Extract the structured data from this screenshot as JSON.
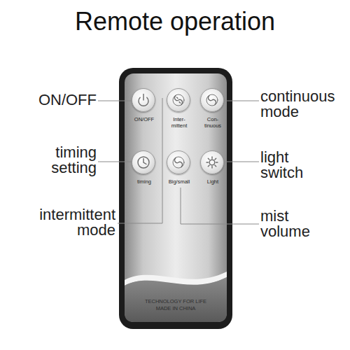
{
  "diagram": {
    "title": "Remote operation",
    "nodes": [
      {
        "text": [
          "TECHNOLOGY FOR LIFE MADE IN CHINA"
        ]
      },
      {
        "text": [
          "ON/OFF"
        ],
        "in": 0
      },
      {
        "text": [
          "Inter- mittent"
        ],
        "in": 0
      },
      {
        "text": [
          "Con- tinuous"
        ],
        "in": 0
      },
      {
        "text": [
          "timing"
        ],
        "in": 0
      },
      {
        "text": [
          "Big/small"
        ],
        "in": 0
      },
      {
        "text": [
          "Light"
        ],
        "in": 0
      }
    ],
    "labels": [
      "ON/OFF",
      "timing setting",
      "intermittent mode",
      "continuous mode",
      "light switch",
      "mist volume"
    ]
  }
}
